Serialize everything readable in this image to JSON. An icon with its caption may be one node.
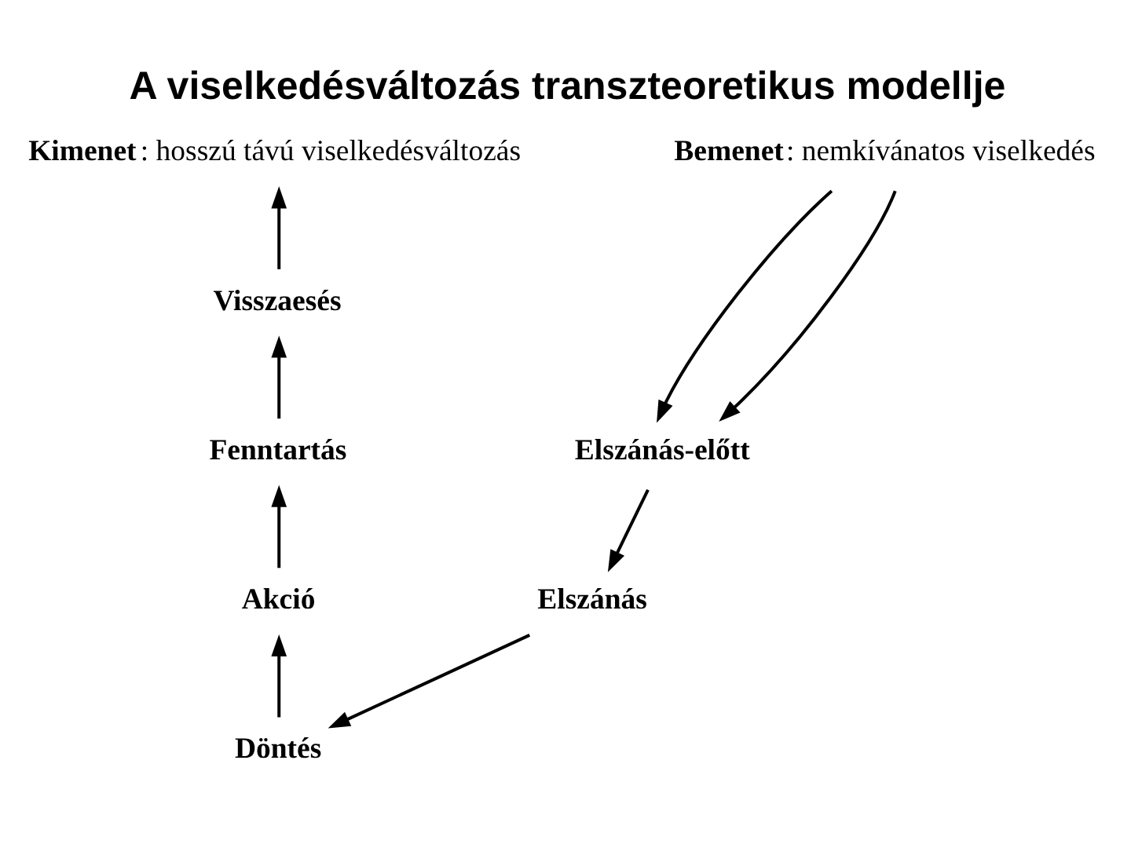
{
  "diagram": {
    "title": "A viselkedésváltozás transzteoretikus modellje",
    "nodes": [
      {
        "text": [
          "**Kimenet**: hosszú távú viselkedésváltozás"
        ]
      },
      {
        "text": [
          "**Bemenet**: nemkívánatos viselkedés"
        ]
      },
      {
        "text": [
          "Visszaesés"
        ]
      },
      {
        "text": [
          "Fenntartás"
        ]
      },
      {
        "text": [
          "Elszánás-előtt"
        ]
      },
      {
        "text": [
          "Elszánás"
        ]
      },
      {
        "text": [
          "Akció"
        ]
      },
      {
        "text": [
          "Döntés"
        ]
      }
    ],
    "edges": [
      {
        "from": 2,
        "to": 0,
        "arrow": "to"
      },
      {
        "from": 3,
        "to": 2,
        "arrow": "to"
      },
      {
        "from": 1,
        "to": 4,
        "arrow": "to"
      },
      {
        "from": 1,
        "to": 4,
        "arrow": "to"
      },
      {
        "from": 4,
        "to": 5,
        "arrow": "to"
      },
      {
        "from": 5,
        "to": 7,
        "arrow": "to"
      },
      {
        "from": 7,
        "to": 6,
        "arrow": "to"
      },
      {
        "from": 6,
        "to": 3,
        "arrow": "to"
      }
    ]
  }
}
